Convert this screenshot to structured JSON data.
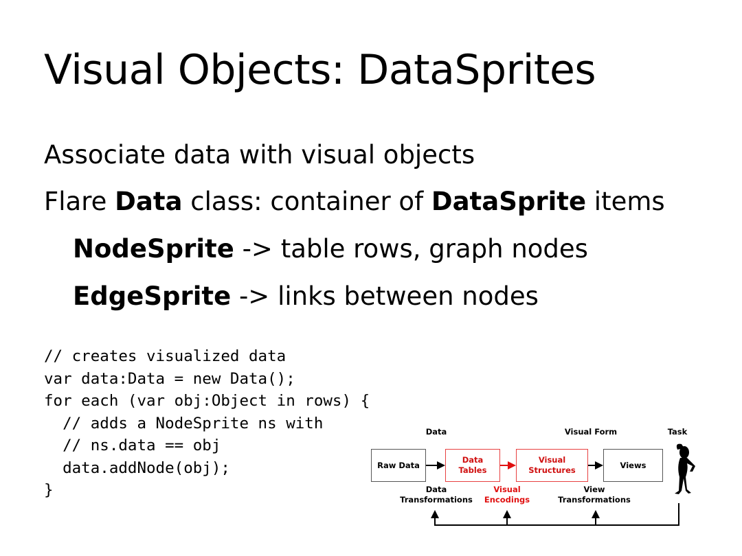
{
  "slide": {
    "title": "Visual Objects: DataSprites",
    "bullets": [
      {
        "text": "Associate data with visual objects"
      },
      {
        "pre": "Flare ",
        "bold1": "Data",
        "mid": " class: container of ",
        "bold2": "DataSprite",
        "post": " items"
      },
      {
        "bold": "NodeSprite",
        "rest": " -> table rows, graph nodes"
      },
      {
        "bold": "EdgeSprite",
        "rest": " -> links between nodes"
      }
    ],
    "code": [
      "// creates visualized data",
      "var data:Data = new Data();",
      "for each (var obj:Object in rows) {",
      "  // adds a NodeSprite ns with",
      "  // ns.data == obj",
      "  data.addNode(obj);",
      "}"
    ]
  },
  "diagram": {
    "headers": {
      "data": "Data",
      "visual_form": "Visual Form",
      "task": "Task"
    },
    "boxes": {
      "raw_data": "Raw Data",
      "data_tables_1": "Data",
      "data_tables_2": "Tables",
      "visual_structures_1": "Visual",
      "visual_structures_2": "Structures",
      "views": "Views"
    },
    "transforms": {
      "data_1": "Data",
      "data_2": "Transformations",
      "visual_1": "Visual",
      "visual_2": "Encodings",
      "view_1": "View",
      "view_2": "Transformations"
    },
    "colors": {
      "highlight": "#e01010",
      "box_border": "#555555"
    }
  }
}
